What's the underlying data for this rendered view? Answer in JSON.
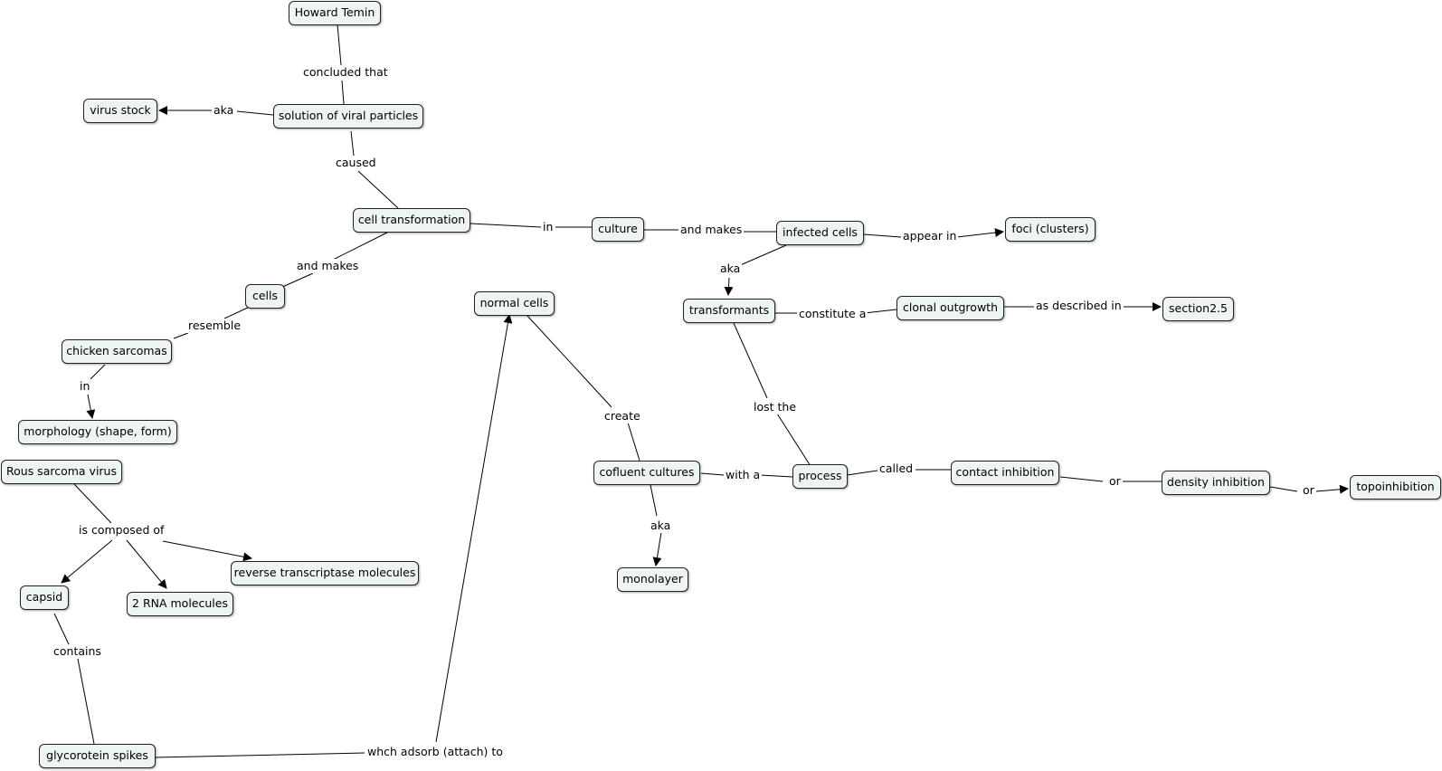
{
  "nodes": {
    "howard_temin": "Howard Temin",
    "solution_of_viral_particles": "solution of viral particles",
    "virus_stock": "virus stock",
    "cell_transformation": "cell transformation",
    "culture": "culture",
    "infected_cells": "infected cells",
    "foci_clusters": "foci (clusters)",
    "transformants": "transformants",
    "clonal_outgrowth": "clonal outgrowth",
    "section2_5": "section2.5",
    "cells": "cells",
    "chicken_sarcomas": "chicken sarcomas",
    "morphology": "morphology (shape, form)",
    "normal_cells": "normal cells",
    "cofluent_cultures": "cofluent cultures",
    "monolayer": "monolayer",
    "process": "process",
    "contact_inhibition": "contact inhibition",
    "density_inhibition": "density inhibition",
    "topoinhibition": "topoinhibition",
    "rous_sarcoma_virus": "Rous sarcoma virus",
    "reverse_transcriptase": "reverse transcriptase molecules",
    "capsid": "capsid",
    "rna_molecules": "2 RNA molecules",
    "glycorotein_spikes": "glycorotein spikes"
  },
  "links": {
    "concluded_that": "concluded that",
    "aka_virus_stock": "aka",
    "caused": "caused",
    "in_culture": "in",
    "and_makes_infected": "and makes",
    "appear_in": "appear in",
    "aka_transformants": "aka",
    "constitute_a": "constitute a",
    "as_described_in": "as described in",
    "and_makes_cells": "and makes",
    "resemble": "resemble",
    "in_morphology": "in",
    "create": "create",
    "lost_the": "lost the",
    "with_a": "with a",
    "aka_monolayer": "aka",
    "called": "called",
    "or_density": "or",
    "or_topo": "or",
    "is_composed_of": "is composed of",
    "contains": "contains",
    "which_adsorb": "whch adsorb (attach) to"
  }
}
